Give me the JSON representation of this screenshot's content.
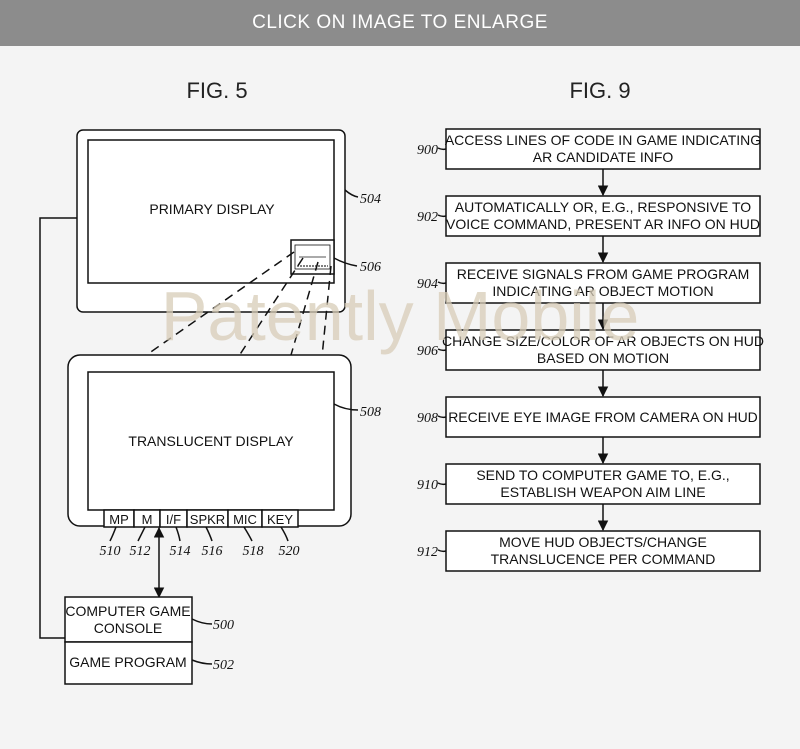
{
  "banner": {
    "text": "CLICK ON IMAGE TO ENLARGE"
  },
  "watermark": "Patently Mobile",
  "fig5": {
    "title": "FIG. 5",
    "primary_display": {
      "label": "PRIMARY DISPLAY",
      "ref": "504"
    },
    "thumbnail_ref": "506",
    "translucent_display": {
      "label": "TRANSLUCENT DISPLAY",
      "ref": "508"
    },
    "components": [
      {
        "label": "MP",
        "ref": "510"
      },
      {
        "label": "M",
        "ref": "512"
      },
      {
        "label": "I/F",
        "ref": "514"
      },
      {
        "label": "SPKR",
        "ref": "516"
      },
      {
        "label": "MIC",
        "ref": "518"
      },
      {
        "label": "KEY",
        "ref": "520"
      }
    ],
    "console": {
      "line1": "COMPUTER GAME",
      "line2": "CONSOLE",
      "ref": "500"
    },
    "game_program": {
      "label": "GAME PROGRAM",
      "ref": "502"
    }
  },
  "fig9": {
    "title": "FIG. 9",
    "steps": [
      {
        "ref": "900",
        "line1": "ACCESS LINES OF CODE IN GAME INDICATING",
        "line2": "AR CANDIDATE INFO"
      },
      {
        "ref": "902",
        "line1": "AUTOMATICALLY OR, E.G., RESPONSIVE TO",
        "line2": "VOICE COMMAND, PRESENT AR INFO ON HUD"
      },
      {
        "ref": "904",
        "line1": "RECEIVE SIGNALS FROM GAME PROGRAM",
        "line2": "INDICATING AR OBJECT MOTION"
      },
      {
        "ref": "906",
        "line1": "CHANGE SIZE/COLOR OF AR OBJECTS ON HUD",
        "line2": "BASED ON MOTION"
      },
      {
        "ref": "908",
        "line1": "RECEIVE EYE IMAGE FROM CAMERA ON HUD",
        "line2": ""
      },
      {
        "ref": "910",
        "line1": "SEND TO COMPUTER GAME TO, E.G.,",
        "line2": "ESTABLISH WEAPON AIM LINE"
      },
      {
        "ref": "912",
        "line1": "MOVE HUD OBJECTS/CHANGE",
        "line2": "TRANSLUCENCE PER COMMAND"
      }
    ]
  }
}
